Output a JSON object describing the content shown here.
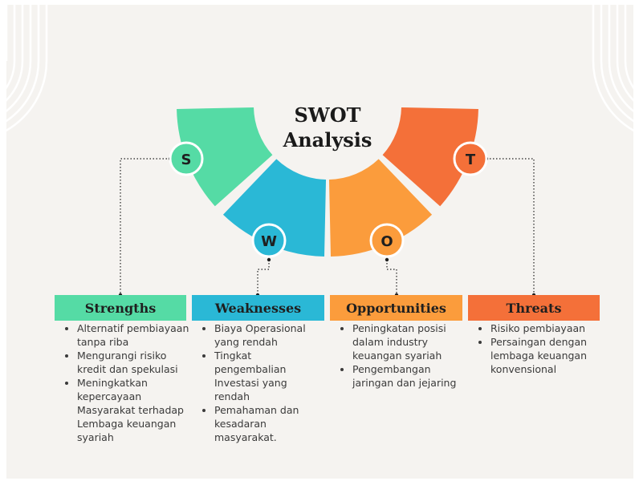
{
  "title": {
    "line1": "SWOT",
    "line2": "Analysis"
  },
  "colors": {
    "strengths": "#55dba5",
    "weaknesses": "#2ab8d6",
    "opportunities": "#fb9c3c",
    "threats": "#f47039"
  },
  "sections": [
    {
      "letter": "S",
      "heading": "Strengths",
      "items": [
        "Alternatif pembiayaan tanpa riba",
        "Mengurangi risiko kredit dan spekulasi",
        "Meningkatkan kepercayaan Masyarakat terhadap Lembaga keuangan syariah"
      ]
    },
    {
      "letter": "W",
      "heading": "Weaknesses",
      "items": [
        "Biaya Operasional yang rendah",
        "Tingkat pengembalian Investasi yang rendah",
        "Pemahaman dan kesadaran masyarakat."
      ]
    },
    {
      "letter": "O",
      "heading": "Opportunities",
      "items": [
        "Peningkatan posisi dalam industry keuangan syariah",
        "Pengembangan jaringan dan jejaring"
      ]
    },
    {
      "letter": "T",
      "heading": "Threats",
      "items": [
        "Risiko pembiayaan",
        "Persaingan dengan lembaga keuangan konvensional"
      ]
    }
  ]
}
